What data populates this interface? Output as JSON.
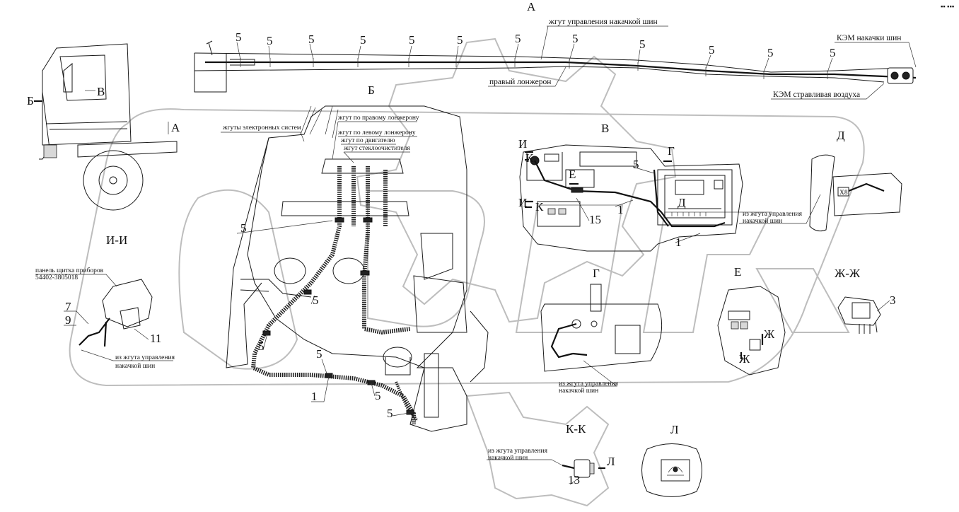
{
  "views": {
    "A": "А",
    "B": "Б",
    "V": "В",
    "G": "Г",
    "D": "Д",
    "E": "Е",
    "ZH_ZH": "Ж-Ж",
    "I_I": "И-И",
    "K_K": "К-К",
    "L": "Л"
  },
  "arrow_markers": {
    "B_left": "Б",
    "V_cab": "В",
    "A_cab": "А",
    "I_top": "И",
    "K_top": "К",
    "I_bottom": "И",
    "K_bottom": "К",
    "E_panel": "Е",
    "G_panel": "Г",
    "D_panel": "Д",
    "ZH_1": "Ж",
    "ZH_2": "Ж",
    "L_arrow": "Л"
  },
  "callouts": {
    "n5": "5",
    "n1": "1",
    "n3": "3",
    "n7": "7",
    "n9": "9",
    "n11": "11",
    "n13": "13",
    "n15": "15"
  },
  "labels": {
    "harness_inflation": "жгут управления накачкой шин",
    "right_spar": "правый лонжерон",
    "kem_inflation": "КЭМ накачки шин",
    "kem_release": "КЭМ стравливая воздуха",
    "electronic_harnesses": "жгуты электронных систем",
    "harness_right_spar": "жгут по правому лонжерону",
    "harness_left_spar": "жгут по левому лонжерону",
    "harness_engine": "жгут по двигателю",
    "harness_wiper": "жгут стеклоочистителя",
    "panel_line1": "панель щитка приборов",
    "panel_line2": "54402-3805018",
    "from_harness_1": "из жгута управления",
    "from_harness_2": "накачкой шин",
    "x8": "Х8",
    "corner_mark": "▪▪ ▪▪▪"
  },
  "colors": {
    "line": "#1a1a1a",
    "watermark": "#bdbdbd",
    "background": "#ffffff"
  }
}
